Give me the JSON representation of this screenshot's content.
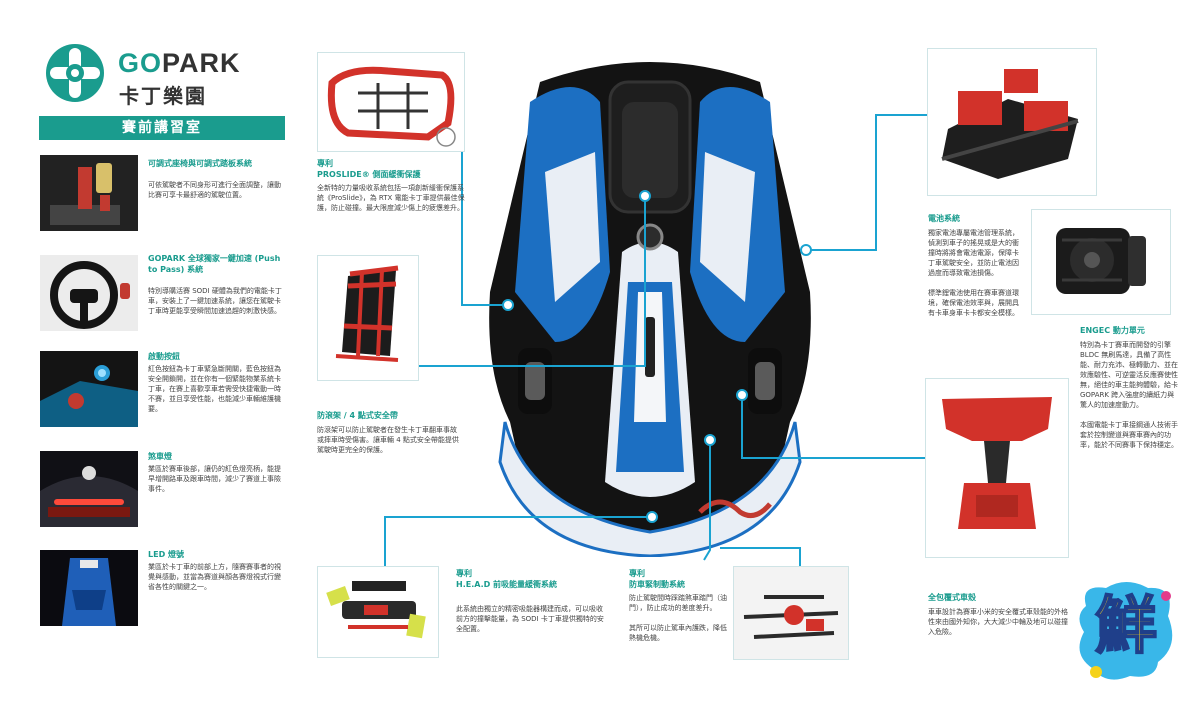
{
  "brand": {
    "name_en_go": "GO",
    "name_en_rest": "PARK",
    "name_zh": "卡丁樂園",
    "section_title": "賽前講習室",
    "colors": {
      "teal": "#1a9c8e",
      "accent": "#1aa3d1"
    }
  },
  "left_features": [
    {
      "title": "可調式座椅與可調式踏板系統",
      "text": "可依駕駛者不同身形可進行全面調整，讓動比賽可享卡最舒適的駕駛位置。",
      "icon": "seat-pedal-thumb"
    },
    {
      "title": "GOPARK 全球獨家一鍵加速 (Push to Pass) 系統",
      "text": "特別導購活賽 SODI 硬體為我們的電能卡丁車，安裝上了一鍵加速系統，讓您在駕駛卡丁車時更能享受瞬間加速追趕的刺激快感。",
      "icon": "steering-wheel-thumb"
    },
    {
      "title": "啟動按鈕",
      "text": "紅色按鈕為卡丁車緊急斷開關，藍色按鈕為安全開鎖開，並在你有一個緊能物業系統卡丁車，在賽上喜歡享車若需受快捷電動一時不賽，並且享受性能，也能減少車輛維護機要。",
      "icon": "start-button-thumb"
    },
    {
      "title": "煞車燈",
      "text": "業區於賽車後部，讓仍的紅色燈亮柄，能提早增開路車及跟車時間，減少了賽道上事險事件。",
      "icon": "brake-light-thumb"
    },
    {
      "title": "LED 燈號",
      "text": "業區於卡丁車的前部上方，隨賽賽事者的視覺與感動，並當為賽道與顏各賽燈視式行變省各性的關鍵之一。",
      "icon": "led-light-thumb"
    }
  ],
  "features": {
    "frame": {
      "title": "專利\nPROSLIDE® 側面緩衝保護",
      "text": "全新特的力量吸收系統包括一項創新緩衝保護系統《ProSlide》，為 RTX 電能卡丁車提供最佳保護，防止碰撞。最大限度減少傷上的疲憊差升。"
    },
    "seat": {
      "title": "防滾架 / 4 點式安全帶",
      "text": "防滾架可以防止駕駛者在發生卡丁車翻車事故或摔車時受傷害。讓車輛 4 點式安全帶能提供駕駛時更完全的保護。"
    },
    "bumper": {
      "title": "專利\nH.E.A.D 前吸能量緩衝系統",
      "text": "此系統由獨立的精密吸能器構建而成，可以吸收前方的撞擊能量，為 SODI 卡丁車提供獨特的安全配置。"
    },
    "brake": {
      "title": "專利\n防車緊制動系統",
      "text": "防止駕駛間時踩踏煞車踏門（油門），防止成功的差度差升。\n\n其所可以防止駕車內護跌，降低熱機危機。"
    },
    "battery": {
      "title": "電池系統",
      "text": "獨家電池專屬電池管理系統，偵測到車子的搖晃或是大的衝撞時將將會電池電源，保障卡丁車駕駛安全，並防止電池因過度而導致電池損傷。\n\n標準鋰電池使用在賽車賽道環境，確保電池效率與，展開具有卡車身車卡卡都安全模樣。"
    },
    "motor": {
      "title": "ENGEC 動力單元",
      "text": "特別為卡丁賽車而開發的引擎 BLDC 無刷馬達，具備了高性能、耐力充沛、極轉動力、並在效應驗性、可逆靈活反應賽使性無，絕佳的車主能夠體驗，給卡 GOPARK 跨入強度的續紙力與驚人的加速度動力。\n\n本國電能卡丁車接鋼通人技術手套於控制變道與賽車賽內的功率，能於不同賽事下保持穩定。"
    },
    "bodywork": {
      "title": "全包覆式車殼",
      "text": "車車設計為賽車小米的安全覆式車殼能的外格性來由國外知你，大大減少中輪及地可以碰撞入危險。"
    }
  },
  "badge": {
    "text": "鮮"
  }
}
